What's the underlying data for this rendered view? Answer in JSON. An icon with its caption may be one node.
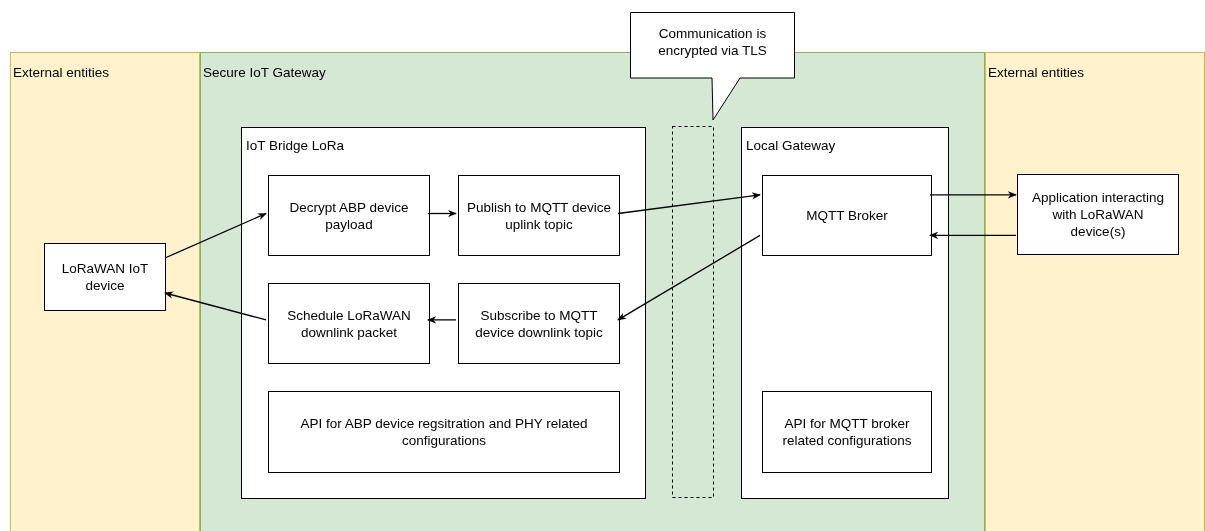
{
  "diagram": {
    "nodes": [
      {
        "text": [
          "External entities"
        ]
      },
      {
        "text": [
          "Secure IoT Gateway"
        ]
      },
      {
        "text": [
          "Communication is encrypted via TLS"
        ]
      },
      {
        "text": [
          "External entities"
        ]
      },
      {
        "text": [
          "LoRaWAN IoT device"
        ],
        "in": 0
      },
      {
        "text": [
          "IoT Bridge LoRa"
        ],
        "in": 1
      },
      {
        "text": [
          "Decrypt ABP device payload"
        ],
        "in": 5
      },
      {
        "text": [
          "Publish to MQTT device uplink topic"
        ],
        "in": 5
      },
      {
        "text": [
          "Schedule LoRaWAN downlink packet"
        ],
        "in": 5
      },
      {
        "text": [
          "Subscribe to MQTT device downlink topic"
        ],
        "in": 5
      },
      {
        "text": [
          "API for ABP device regsitration and PHY related configurations"
        ],
        "in": 5
      },
      {
        "text": [
          "Local Gateway"
        ],
        "in": 1
      },
      {
        "text": [
          "MQTT Broker"
        ],
        "in": 11
      },
      {
        "text": [
          "API for MQTT broker related configurations"
        ],
        "in": 11
      },
      {
        "text": [
          "Application interacting with LoRaWAN device(s)"
        ],
        "in": 3
      }
    ],
    "edges": [
      {
        "from": 4,
        "to": 6,
        "arrow": "to"
      },
      {
        "from": 6,
        "to": 7,
        "arrow": "to"
      },
      {
        "from": 7,
        "to": 12,
        "arrow": "to"
      },
      {
        "from": 12,
        "to": 9,
        "arrow": "to"
      },
      {
        "from": 9,
        "to": 8,
        "arrow": "to"
      },
      {
        "from": 8,
        "to": 4,
        "arrow": "to"
      },
      {
        "from": 12,
        "to": 14,
        "arrow": "to"
      },
      {
        "from": 14,
        "to": 12,
        "arrow": "to"
      }
    ]
  }
}
